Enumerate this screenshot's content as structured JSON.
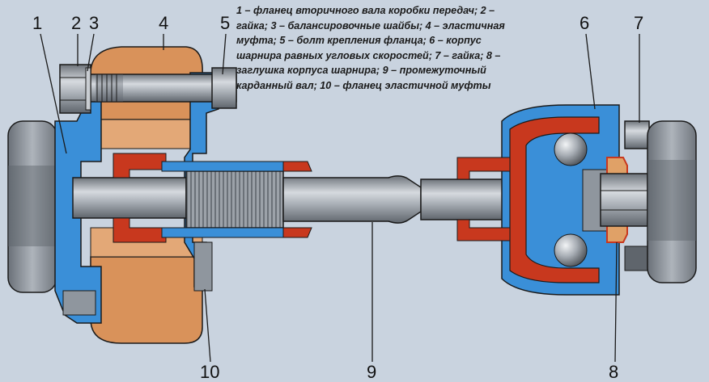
{
  "caption_lines": [
    "1 – фланец вторичного вала коробки передач; 2 –",
    "гайка; 3 – балансировочные шайбы; 4 – эластичная",
    "муфта; 5 – болт крепления фланца; 6 – корпус",
    "шарнира равных угловых скоростей; 7 – гайка; 8 –",
    "заглушка корпуса шарнира; 9 – промежуточный",
    "карданный вал; 10 – фланец эластичной муфты"
  ],
  "callouts": {
    "n1": "1",
    "n2": "2",
    "n3": "3",
    "n4": "4",
    "n5": "5",
    "n6": "6",
    "n7": "7",
    "n8": "8",
    "n9": "9",
    "n10": "10"
  },
  "colors": {
    "background": "#c9d3df",
    "cast_blue": "#3a8fd8",
    "rubber_orange": "#d9925a",
    "seal_red": "#c8381e",
    "steel_grey": "#8f969e",
    "outline": "#1a1a1a"
  }
}
